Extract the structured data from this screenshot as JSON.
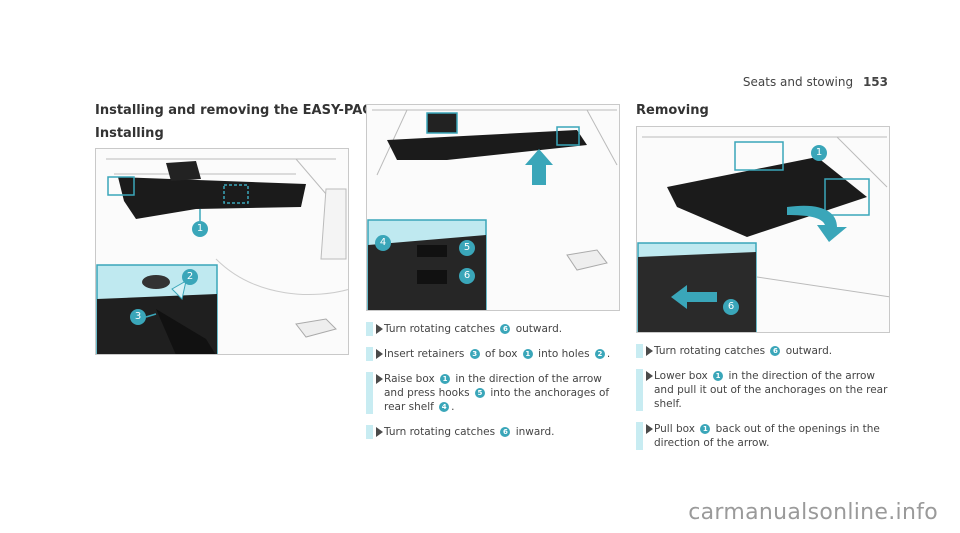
{
  "header": {
    "section": "Seats and stowing",
    "page_number": "153"
  },
  "title": "Installing and removing the EASY-PACK boot box",
  "subtitle_installing": "Installing",
  "subtitle_removing": "Removing",
  "callouts": [
    "1",
    "2",
    "3",
    "4",
    "5",
    "6"
  ],
  "installing_steps": [
    {
      "pre": "Turn rotating catches ",
      "b1": "6",
      "post": " outward."
    },
    {
      "pre": "Insert retainers ",
      "b1": "3",
      "mid1": " of box ",
      "b2": "1",
      "mid2": " into holes ",
      "b3": "2",
      "post": "."
    },
    {
      "pre": "Raise box ",
      "b1": "1",
      "mid1": " in the direction of the arrow and press hooks ",
      "b2": "5",
      "mid2": " into the anchorages of rear shelf ",
      "b3": "4",
      "post": "."
    },
    {
      "pre": "Turn rotating catches ",
      "b1": "6",
      "post": " inward."
    }
  ],
  "removing_steps": [
    {
      "pre": "Turn rotating catches ",
      "b1": "6",
      "post": " outward."
    },
    {
      "pre": "Lower box ",
      "b1": "1",
      "mid1": " in the direction of the arrow and pull it out of the anchorages on the rear shelf.",
      "post": ""
    },
    {
      "pre": "Pull box ",
      "b1": "1",
      "mid1": " back out of the openings in the direction of the arrow.",
      "post": ""
    }
  ],
  "watermark": "carmanualsonline.info",
  "colors": {
    "accent": "#3aa6b9",
    "highlight": "#bfe9f0",
    "box": "#1b1b1b"
  }
}
